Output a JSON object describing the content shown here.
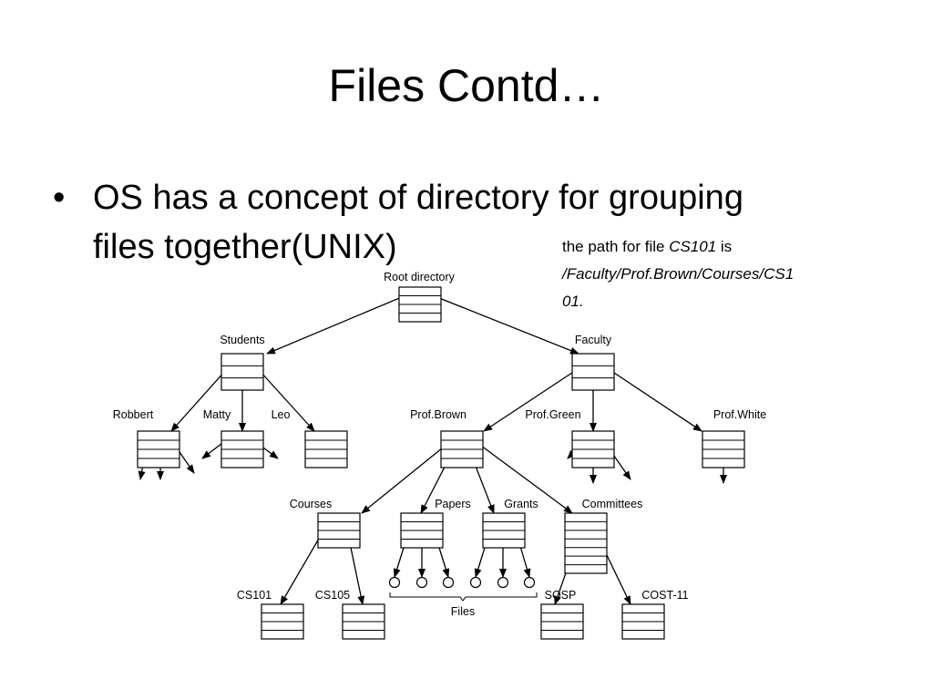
{
  "slide": {
    "title": "Files Contd…",
    "bullet_symbol": "•",
    "bullet_lines": [
      "OS has a  concept of directory for grouping",
      "files together(UNIX)"
    ]
  },
  "path_note": {
    "prefix": "the path for file ",
    "file": "CS101",
    "suffix": " is",
    "path_line1": "/Faculty/Prof.Brown/Courses/CS1",
    "path_line2": "01."
  },
  "diagram": {
    "labels": {
      "root": "Root directory",
      "students": "Students",
      "faculty": "Faculty",
      "robbert": "Robbert",
      "matty": "Matty",
      "leo": "Leo",
      "prof_brown": "Prof.Brown",
      "prof_green": "Prof.Green",
      "prof_white": "Prof.White",
      "courses": "Courses",
      "papers": "Papers",
      "grants": "Grants",
      "committees": "Committees",
      "cs101": "CS101",
      "cs105": "CS105",
      "sosp": "SOSP",
      "cost11": "COST-11",
      "files": "Files"
    }
  }
}
